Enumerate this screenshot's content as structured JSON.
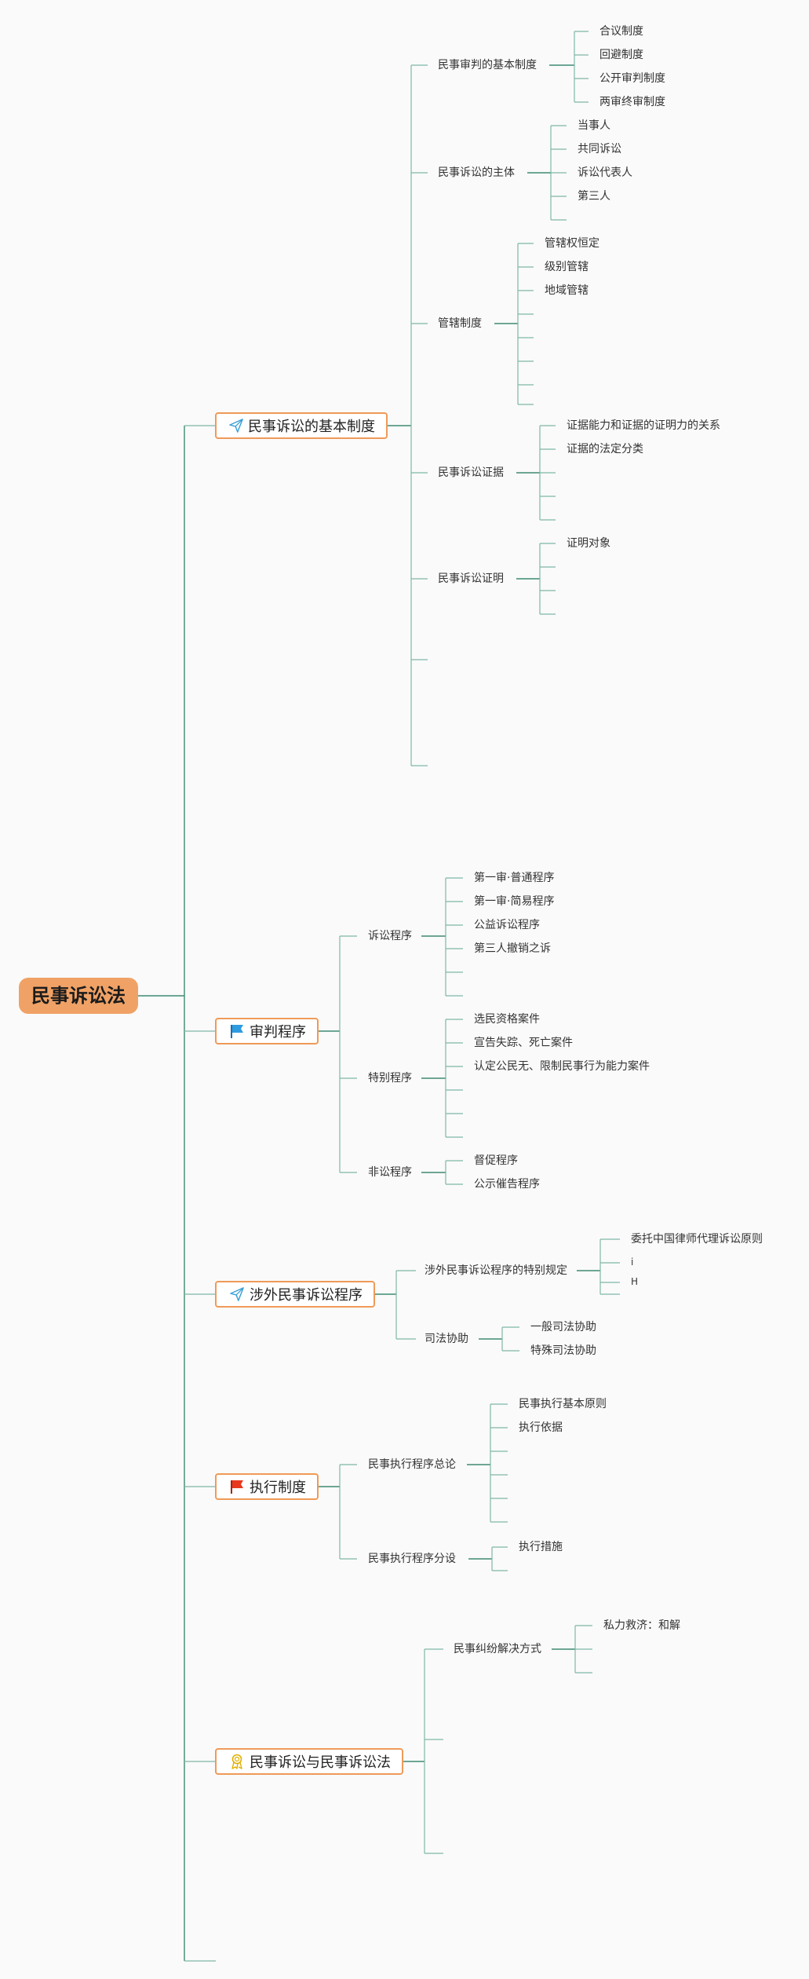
{
  "root": {
    "label": "民事诉讼法"
  },
  "topics": [
    {
      "label": "民事诉讼的基本制度",
      "icon": "paper-plane-icon"
    },
    {
      "label": "审判程序",
      "icon": "blue-flag-icon"
    },
    {
      "label": "涉外民事诉讼程序",
      "icon": "paper-plane-icon"
    },
    {
      "label": "执行制度",
      "icon": "red-flag-icon"
    },
    {
      "label": "民事诉讼与民事诉讼法",
      "icon": "award-ribbon-icon"
    }
  ],
  "subtopics": {
    "basic": [
      "民事审判的基本制度",
      "民事诉讼的主体",
      "管辖制度",
      "民事诉讼证据",
      "民事诉讼证明"
    ],
    "trial": [
      "诉讼程序",
      "特别程序",
      "非讼程序"
    ],
    "foreign": [
      "涉外民事诉讼程序的特别规定",
      "司法协助"
    ],
    "exec": [
      "民事执行程序总论",
      "民事执行程序分设"
    ],
    "civil": [
      "民事纠纷解决方式"
    ]
  },
  "leaves": {
    "basic_trial_system": [
      "合议制度",
      "回避制度",
      "公开审判制度",
      "两审终审制度"
    ],
    "subjects": [
      "当事人",
      "共同诉讼",
      "诉讼代表人",
      "第三人"
    ],
    "jurisdiction": [
      "管辖权恒定",
      "级别管辖",
      "地域管辖"
    ],
    "evidence": [
      "证据能力和证据的证明力的关系",
      "证据的法定分类"
    ],
    "proof": [
      "证明对象"
    ],
    "litigation": [
      "第一审·普通程序",
      "第一审·简易程序",
      "公益诉讼程序",
      "第三人撤销之诉"
    ],
    "special": [
      "选民资格案件",
      "宣告失踪、死亡案件",
      "认定公民无、限制民事行为能力案件"
    ],
    "non_litigation": [
      "督促程序",
      "公示催告程序"
    ],
    "foreign_special": [
      "委托中国律师代理诉讼原则",
      "i",
      "H"
    ],
    "judicial_assist": [
      "一般司法协助",
      "特殊司法协助"
    ],
    "exec_general": [
      "民事执行基本原则",
      "执行依据"
    ],
    "exec_specific": [
      "执行措施"
    ],
    "dispute": [
      "私力救济：和解"
    ]
  },
  "colors": {
    "line": "#3e8a73",
    "line_light": "#7fb8a6",
    "root": "#f0a266",
    "topic_border": "#ef9a58",
    "flag_blue": "#2f9be0",
    "flag_red": "#e8391f",
    "plane": "#3aa0d8",
    "award": "#e0b000"
  }
}
